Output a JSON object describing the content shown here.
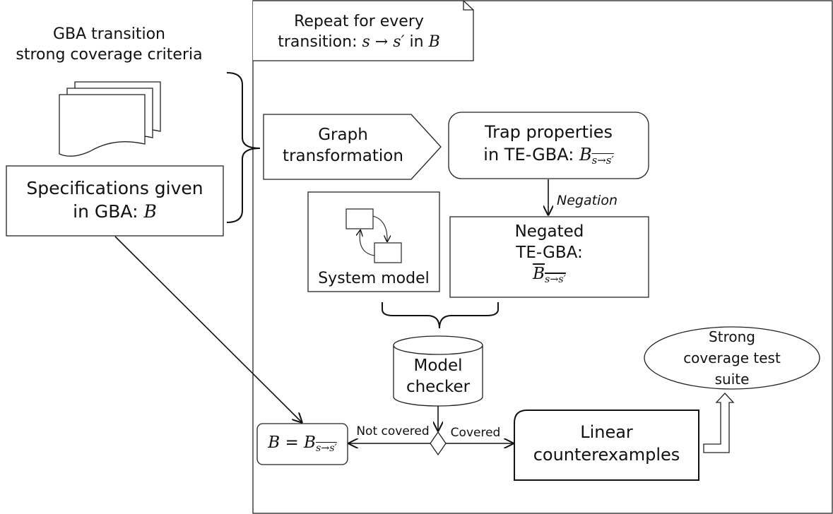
{
  "diagram": {
    "criteria_title_line1": "GBA transition",
    "criteria_title_line2": "strong coverage criteria",
    "spec_line1": "Specifications given",
    "spec_line2": "in GBA:",
    "spec_var": "B",
    "repeat_line1": "Repeat for every",
    "repeat_line2": "transition:",
    "repeat_math": "s → s′",
    "repeat_in": "in",
    "repeat_var": "B",
    "graph_line1": "Graph",
    "graph_line2": "transformation",
    "trap_line1": "Trap properties",
    "trap_line2": "in TE-GBA:",
    "trap_var": "B",
    "trap_sub": "s→s′",
    "negation_label": "Negation",
    "negated_line1": "Negated",
    "negated_line2": "TE-GBA:",
    "negated_var": "B",
    "negated_sub": "s→s′",
    "system_model_label": "System model",
    "model_checker_line1": "Model",
    "model_checker_line2": "checker",
    "not_covered_label": "Not covered",
    "covered_label": "Covered",
    "result_lhs": "B",
    "result_eq": "=",
    "result_rhs": "B",
    "result_sub": "s→s′",
    "linear_line1": "Linear",
    "linear_line2": "counterexamples",
    "suite_line1": "Strong",
    "suite_line2": "coverage test",
    "suite_line3": "suite"
  }
}
